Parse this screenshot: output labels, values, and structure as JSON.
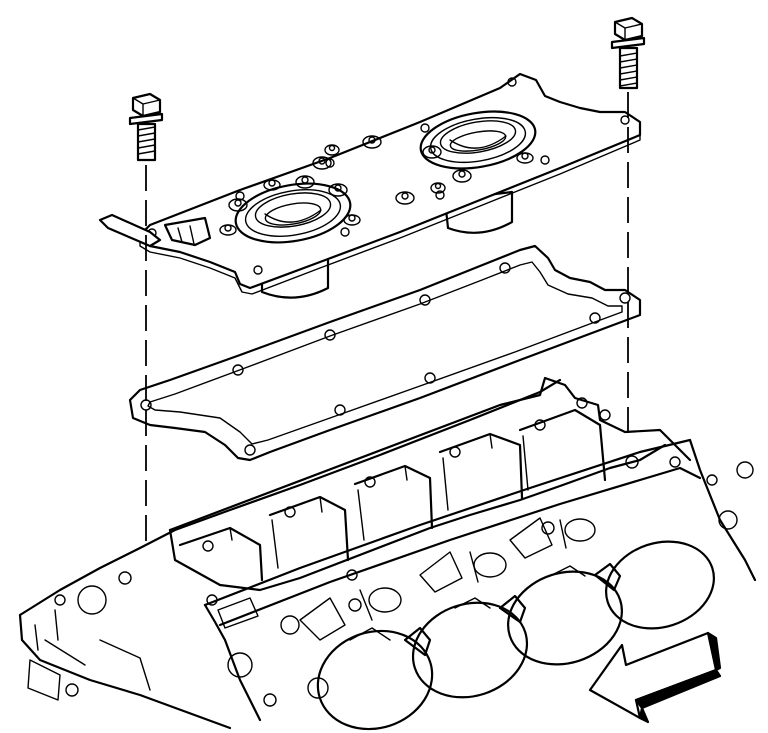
{
  "diagram": {
    "parts": [
      {
        "id": "bolt",
        "icon": "bolt-icon"
      },
      {
        "id": "cover-plate",
        "icon": "cover-plate-icon"
      },
      {
        "id": "gasket",
        "icon": "gasket-icon"
      },
      {
        "id": "engine-block",
        "icon": "engine-block-icon"
      }
    ],
    "direction_arrow": {
      "icon": "arrow-left-icon",
      "fill": "#ffffff"
    },
    "colors": {
      "line": "#000000",
      "background": "#ffffff"
    }
  }
}
